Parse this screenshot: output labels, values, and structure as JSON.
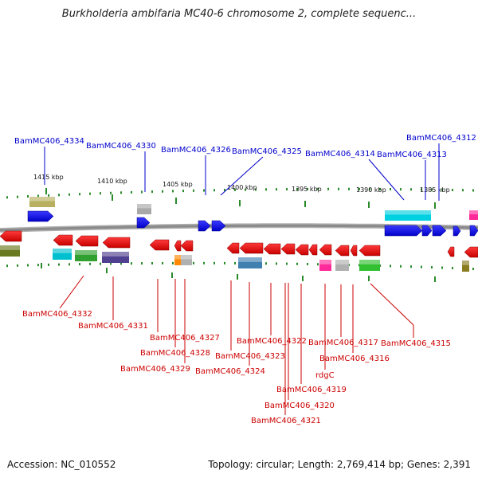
{
  "title": "Burkholderia ambifaria MC40-6 chromosome 2, complete sequenc...",
  "footer": {
    "accession": "Accession: NC_010552",
    "summary": "Topology: circular; Length: 2,769,414 bp; Genes: 2,391"
  },
  "colors": {
    "forward_label": "#0000cc",
    "reverse_label": "#cc0000",
    "ticks": "#2a8a2a",
    "backbone": "#8a8a8a",
    "forward_gene": "#0000ff",
    "reverse_gene": "#ff0000"
  },
  "ticks": [
    "1415 kbp",
    "1410 kbp",
    "1405 kbp",
    "1400 kbp",
    "1395 kbp",
    "1390 kbp",
    "1385 kbp"
  ],
  "forward_labels": [
    "BamMC406_4334",
    "BamMC406_4330",
    "BamMC406_4326",
    "BamMC406_4325",
    "BamMC406_4314",
    "BamMC406_4313",
    "BamMC406_4312"
  ],
  "reverse_labels": [
    "BamMC406_4332",
    "BamMC406_4331",
    "BamMC406_4327",
    "BamMC406_4328",
    "BamMC406_4329",
    "BamMC406_4323",
    "BamMC406_4324",
    "BamMC406_4322",
    "BamMC406_4317",
    "BamMC406_4316",
    "rdgC",
    "BamMC406_4319",
    "BamMC406_4320",
    "BamMC406_4321",
    "BamMC406_4315"
  ]
}
